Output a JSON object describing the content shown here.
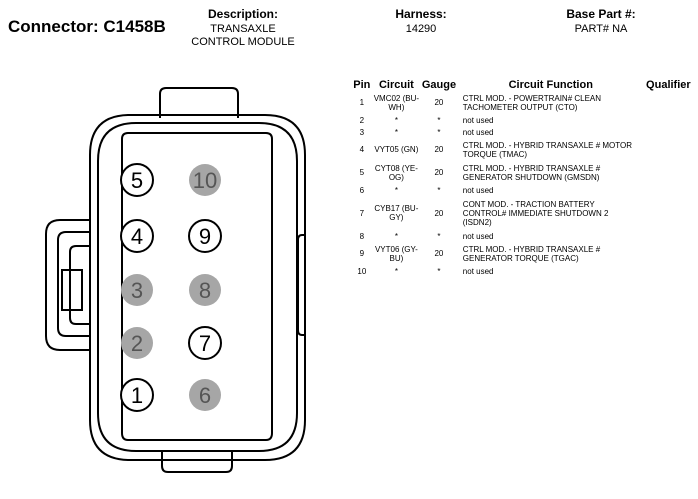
{
  "header": {
    "connector": "Connector: C1458B",
    "description_label": "Description:",
    "description_value": "TRANSAXLE CONTROL MODULE",
    "harness_label": "Harness:",
    "harness_value": "14290",
    "base_part_label": "Base Part #:",
    "base_part_value": "PART# NA"
  },
  "table": {
    "headers": [
      "Pin",
      "Circuit",
      "Gauge",
      "Circuit Function",
      "Qualifier"
    ],
    "rows": [
      {
        "pin": "1",
        "circuit": "VMC02 (BU-WH)",
        "gauge": "20",
        "function": "CTRL MOD. - POWERTRAIN# CLEAN TACHOMETER OUTPUT (CTO)",
        "qualifier": ""
      },
      {
        "pin": "2",
        "circuit": "*",
        "gauge": "*",
        "function": "not used",
        "qualifier": ""
      },
      {
        "pin": "3",
        "circuit": "*",
        "gauge": "*",
        "function": "not used",
        "qualifier": ""
      },
      {
        "pin": "4",
        "circuit": "VYT05 (GN)",
        "gauge": "20",
        "function": "CTRL MOD. - HYBRID TRANSAXLE # MOTOR TORQUE (TMAC)",
        "qualifier": ""
      },
      {
        "pin": "5",
        "circuit": "CYT08 (YE-OG)",
        "gauge": "20",
        "function": "CTRL MOD. - HYBRID TRANSAXLE # GENERATOR SHUTDOWN (GMSDN)",
        "qualifier": ""
      },
      {
        "pin": "6",
        "circuit": "*",
        "gauge": "*",
        "function": "not used",
        "qualifier": ""
      },
      {
        "pin": "7",
        "circuit": "CYB17 (BU-GY)",
        "gauge": "20",
        "function": "CONT MOD. - TRACTION BATTERY CONTROL# IMMEDIATE SHUTDOWN 2 (ISDN2)",
        "qualifier": ""
      },
      {
        "pin": "8",
        "circuit": "*",
        "gauge": "*",
        "function": "not used",
        "qualifier": ""
      },
      {
        "pin": "9",
        "circuit": "VYT06 (GY-BU)",
        "gauge": "20",
        "function": "CTRL MOD. - HYBRID TRANSAXLE # GENERATOR TORQUE (TGAC)",
        "qualifier": ""
      },
      {
        "pin": "10",
        "circuit": "*",
        "gauge": "*",
        "function": "not used",
        "qualifier": ""
      }
    ]
  },
  "connector_pins": [
    {
      "label": "5",
      "used": true
    },
    {
      "label": "10",
      "used": false
    },
    {
      "label": "4",
      "used": true
    },
    {
      "label": "9",
      "used": true
    },
    {
      "label": "3",
      "used": false
    },
    {
      "label": "8",
      "used": false
    },
    {
      "label": "2",
      "used": false
    },
    {
      "label": "7",
      "used": true
    },
    {
      "label": "1",
      "used": true
    },
    {
      "label": "6",
      "used": false
    }
  ],
  "colors": {
    "unused_pin_fill": "#a6a6a6",
    "line": "#000000"
  }
}
